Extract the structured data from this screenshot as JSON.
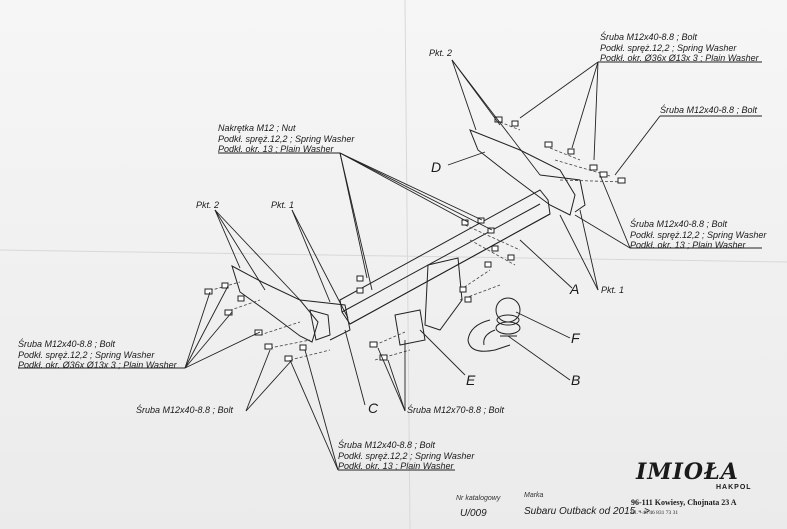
{
  "labels": {
    "top_right_bolt": [
      "Śruba M12x40-8.8 ;  Bolt",
      "Podkł. spręż.12,2 ; Spring Washer",
      "Podkł. okr.  Ø36x Ø13x 3 ; Plain Washer"
    ],
    "right_bolt": "Śruba M12x40-8.8 ;  Bolt",
    "nut_group": [
      "Nakrętka  M12 ; Nut",
      "Podkł. spręż.12,2 ; Spring Washer",
      "Podkł. okr. 13 ; Plain Washer"
    ],
    "right_mid_bolt": [
      "Śruba M12x40-8.8 ;  Bolt",
      "Podkł. spręż.12,2 ; Spring Washer",
      "Podkł. okr. 13 ; Plain Washer"
    ],
    "left_bolt": [
      "Śruba M12x40-8.8 ;  Bolt",
      "Podkł. spręż.12,2 ; Spring Washer",
      "Podkł. okr.  Ø36x Ø13x 3 ; Plain Washer"
    ],
    "left_bottom_bolt": "Śruba M12x40-8.8 ;  Bolt",
    "bottom_bolt": [
      "Śruba M12x40-8.8 ;  Bolt",
      "Podkł. spręż.12,2 ; Spring Washer",
      "Podkł. okr. 13 ; Plain Washer"
    ],
    "ball_bolt": "Śruba M12x70-8.8 ;  Bolt"
  },
  "pkt": {
    "pkt2_top": "Pkt. 2",
    "pkt2_left": "Pkt. 2",
    "pkt1_left": "Pkt. 1",
    "pkt1_right": "Pkt. 1"
  },
  "letters": {
    "A": "A",
    "B": "B",
    "C": "C",
    "D": "D",
    "E": "E",
    "F": "F"
  },
  "catalog": {
    "nr_label": "Nr katalogowy",
    "nr_value": "U/009",
    "marka_label": "Marka",
    "marka_value": "Subaru Outback  od 2015 - >"
  },
  "company": {
    "logo": "IMIOŁA",
    "sub": "HAKPOL",
    "address": "96-111 Kowiesy, Chojnata 23 A",
    "tel": "tel. +48 46 831 73 31"
  }
}
